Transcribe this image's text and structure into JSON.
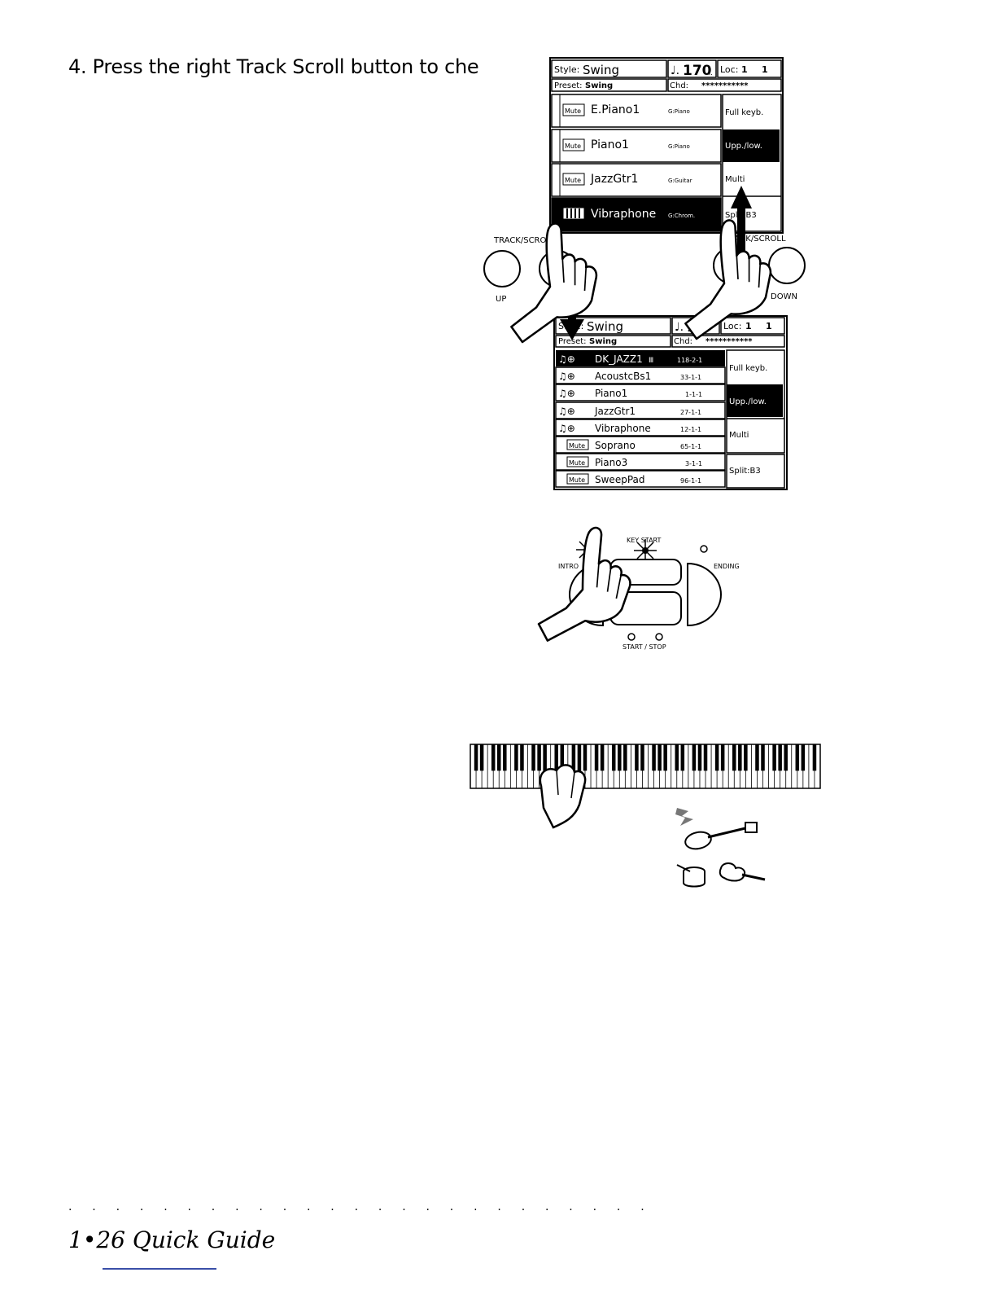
{
  "step": {
    "text": "4.  Press the right Track Scroll button to che"
  },
  "screen1": {
    "style_label": "Style:",
    "style_value": "Swing",
    "tempo": "170",
    "tempo_suffix": "i.",
    "loc_label": "Loc:",
    "loc_bar": "1",
    "loc_beat": "1",
    "preset_label": "Preset:",
    "preset_value": "Swing",
    "chord_label": "Chd:",
    "chord_value": "***********",
    "tracks": [
      {
        "mute": "Mute",
        "name": "E.Piano1",
        "group": "G:Piano"
      },
      {
        "mute": "Mute",
        "name": "Piano1",
        "group": "G:Piano"
      },
      {
        "mute": "Mute",
        "name": "JazzGtr1",
        "group": "G:Guitar"
      },
      {
        "mute": "",
        "name": "Vibraphone",
        "group": "G:Chrom."
      }
    ],
    "modes": [
      "Full keyb.",
      "Upp./low.",
      "Multi",
      "Split:B3"
    ]
  },
  "screen2": {
    "style_label": "Style:",
    "style_value": "Swing",
    "tempo": "1",
    "loc_label": "Loc:",
    "loc_bar": "1",
    "loc_beat": "1",
    "preset_label": "Preset:",
    "preset_value": "Swing",
    "chord_label": "Chd:",
    "chord_value": "***********",
    "tracks": [
      {
        "name": "DK_JAZZ1",
        "pos": "118-2-1"
      },
      {
        "name": "AcoustcBs1",
        "pos": "33-1-1"
      },
      {
        "name": "Piano1",
        "pos": "1-1-1"
      },
      {
        "name": "JazzGtr1",
        "pos": "27-1-1"
      },
      {
        "name": "Vibraphone",
        "pos": "12-1-1"
      },
      {
        "name": "Soprano",
        "pos": "65-1-1"
      },
      {
        "name": "Piano3",
        "pos": "3-1-1"
      },
      {
        "name": "SweepPad",
        "pos": "96-1-1"
      }
    ],
    "mute_label": "Mute",
    "modes": [
      "Full keyb.",
      "Upp./low.",
      "Multi",
      "Split:B3"
    ]
  },
  "buttons": {
    "track_scroll_label": "TRACK/SCROLL",
    "up_label": "UP",
    "down_label": "DOWN",
    "down_partial": "WN"
  },
  "arranger": {
    "key_start": "KEY START",
    "intro": "INTRO",
    "ending": "ENDING",
    "start_stop": "START / STOP"
  },
  "footer": {
    "dots": ". . . . . . . . . . . . . . . . . . . . . . . . .",
    "title": "1•26  Quick Guide"
  },
  "colors": {
    "ink": "#000000",
    "paper": "#ffffff",
    "link": "#3a4fa8"
  }
}
